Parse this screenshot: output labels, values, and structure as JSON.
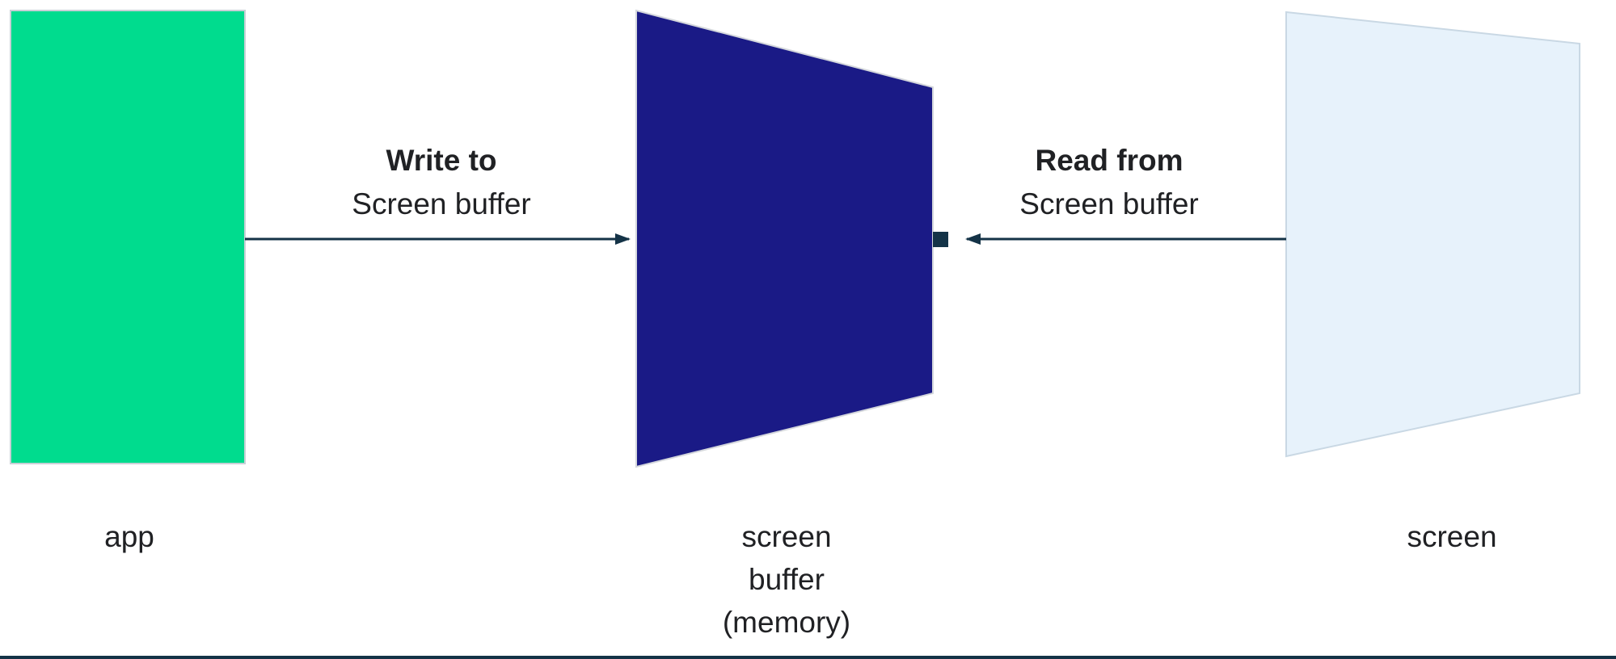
{
  "diagram": {
    "nodes": {
      "app": {
        "label": "app",
        "fill": "#00DC8E"
      },
      "buffer": {
        "lines": [
          "screen",
          "buffer",
          "(memory)"
        ],
        "fill": "#1A1A86"
      },
      "screen": {
        "label": "screen",
        "fill": "#E7F2FB"
      }
    },
    "arrows": {
      "write": {
        "title": "Write to",
        "subtitle": "Screen buffer"
      },
      "read": {
        "title": "Read from",
        "subtitle": "Screen buffer"
      }
    },
    "colors": {
      "line": "#143347",
      "text": "#202124"
    }
  }
}
